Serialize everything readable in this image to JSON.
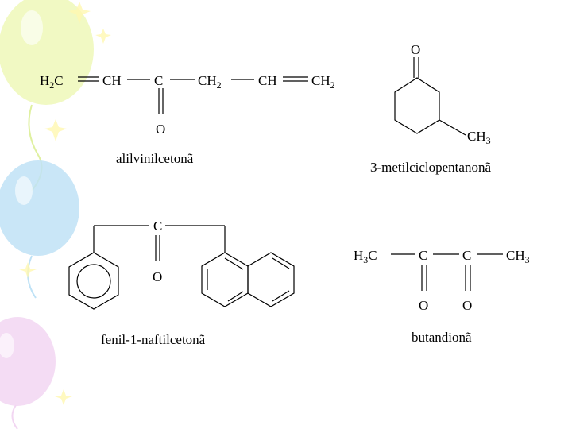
{
  "theme": {
    "balloon_colors": [
      "#eef8b8",
      "#bfe2f6",
      "#f2d6f2",
      "#fff7b0"
    ]
  },
  "molecules": {
    "alilvinilcetona": {
      "atoms": {
        "h2c": "H",
        "h2c_sub": "2",
        "h2c_tail": "C",
        "ch1": "CH",
        "c": "C",
        "ch2": "CH",
        "ch2_sub": "2",
        "ch3": "CH",
        "ch4": "CH",
        "ch4_sub": "2",
        "o": "O"
      },
      "name": "alilvinilcetonã"
    },
    "metilciclopentanona": {
      "atoms": {
        "o": "O",
        "ch3": "CH",
        "ch3_sub": "3"
      },
      "name": "3-metilciclopentanonã"
    },
    "fenilnaftilcetona": {
      "atoms": {
        "c": "C",
        "o": "O"
      },
      "name": "fenil-1-naftilcetonã"
    },
    "butandiona": {
      "atoms": {
        "h3c": "H",
        "h3c_sub": "3",
        "h3c_tail": "C",
        "c1": "C",
        "c2": "C",
        "ch3": "CH",
        "ch3_sub": "3",
        "o1": "O",
        "o2": "O"
      },
      "name": "butandionã"
    }
  }
}
